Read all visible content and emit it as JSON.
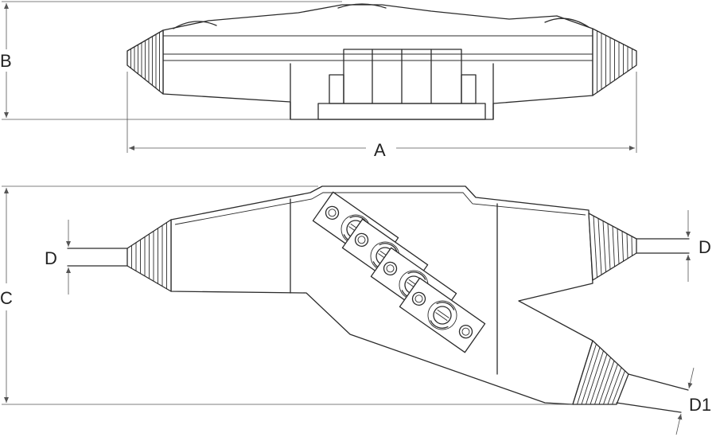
{
  "dimension_labels": {
    "a": "A",
    "b": "B",
    "c": "C",
    "d_left": "D",
    "d_right": "D",
    "d1": "D1"
  },
  "line_color": "#2b2b2b",
  "background_color": "#ffffff"
}
